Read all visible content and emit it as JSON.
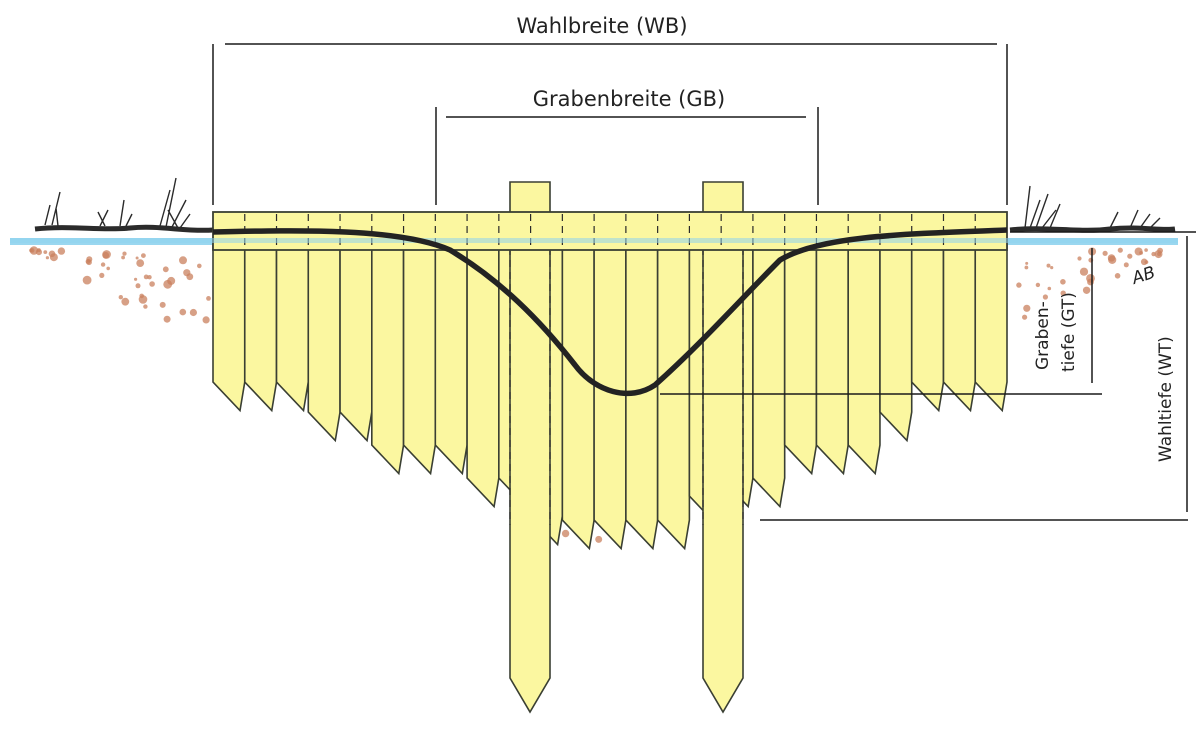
{
  "labels": {
    "wahlbreite": "Wahlbreite (WB)",
    "grabenbreite": "Grabenbreite (GB)",
    "grabentiefe_line1": "Graben-",
    "grabentiefe_line2": "tiefe (GT)",
    "wahltiefe": "Wahltiefe (WT)",
    "signature": "AB"
  },
  "colors": {
    "board_fill": "#fbf7a0",
    "board_stroke": "#3a3f33",
    "water": "#8fd3ee",
    "soil_dots": "#c9805e",
    "ground": "#2b2b2b"
  },
  "icons": {
    "grass_left": "grass-tuft-icon",
    "grass_right": "grass-tuft-icon"
  }
}
